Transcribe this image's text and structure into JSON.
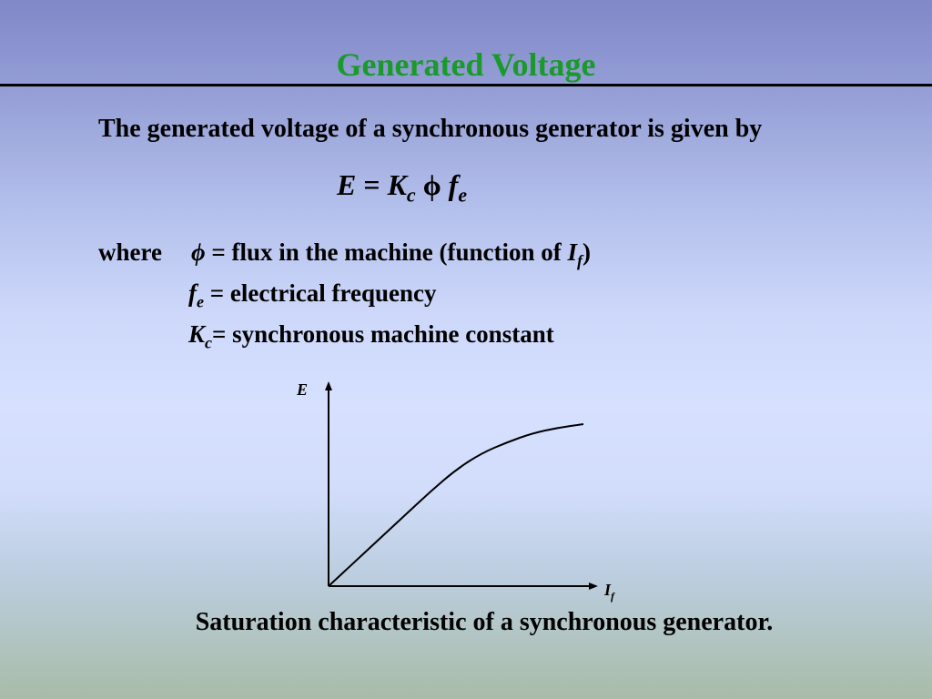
{
  "slide": {
    "title": "Generated Voltage",
    "intro": "The generated voltage of a synchronous generator is given by",
    "equation": {
      "lhs": "E",
      "eq": "=",
      "k": "K",
      "k_sub": "c",
      "phi": "ϕ",
      "f": "f",
      "f_sub": "e"
    },
    "where_label": "where",
    "definitions": [
      {
        "symbol": "ϕ",
        "sub": "",
        "text": " = flux in the machine (function of ",
        "var": "I",
        "var_sub": "f",
        "tail": ")"
      },
      {
        "symbol": "f",
        "sub": "e",
        "text": " = electrical frequency"
      },
      {
        "symbol": "K",
        "sub": "c",
        "text": "= synchronous machine constant"
      }
    ],
    "caption": "Saturation characteristic of a synchronous generator."
  },
  "chart_data": {
    "type": "line",
    "title": "",
    "xlabel": "I",
    "xlabel_sub": "f",
    "ylabel": "E",
    "series": [
      {
        "x": [
          0,
          0.1,
          0.2,
          0.3,
          0.4,
          0.5,
          0.6,
          0.7,
          0.8,
          0.9,
          1.0
        ],
        "y": [
          0,
          0.13,
          0.26,
          0.39,
          0.52,
          0.64,
          0.73,
          0.79,
          0.84,
          0.87,
          0.89
        ]
      }
    ],
    "xlim": [
      0,
      1.1
    ],
    "ylim": [
      0,
      1.0
    ],
    "grid": false,
    "line_color": "#000000"
  }
}
